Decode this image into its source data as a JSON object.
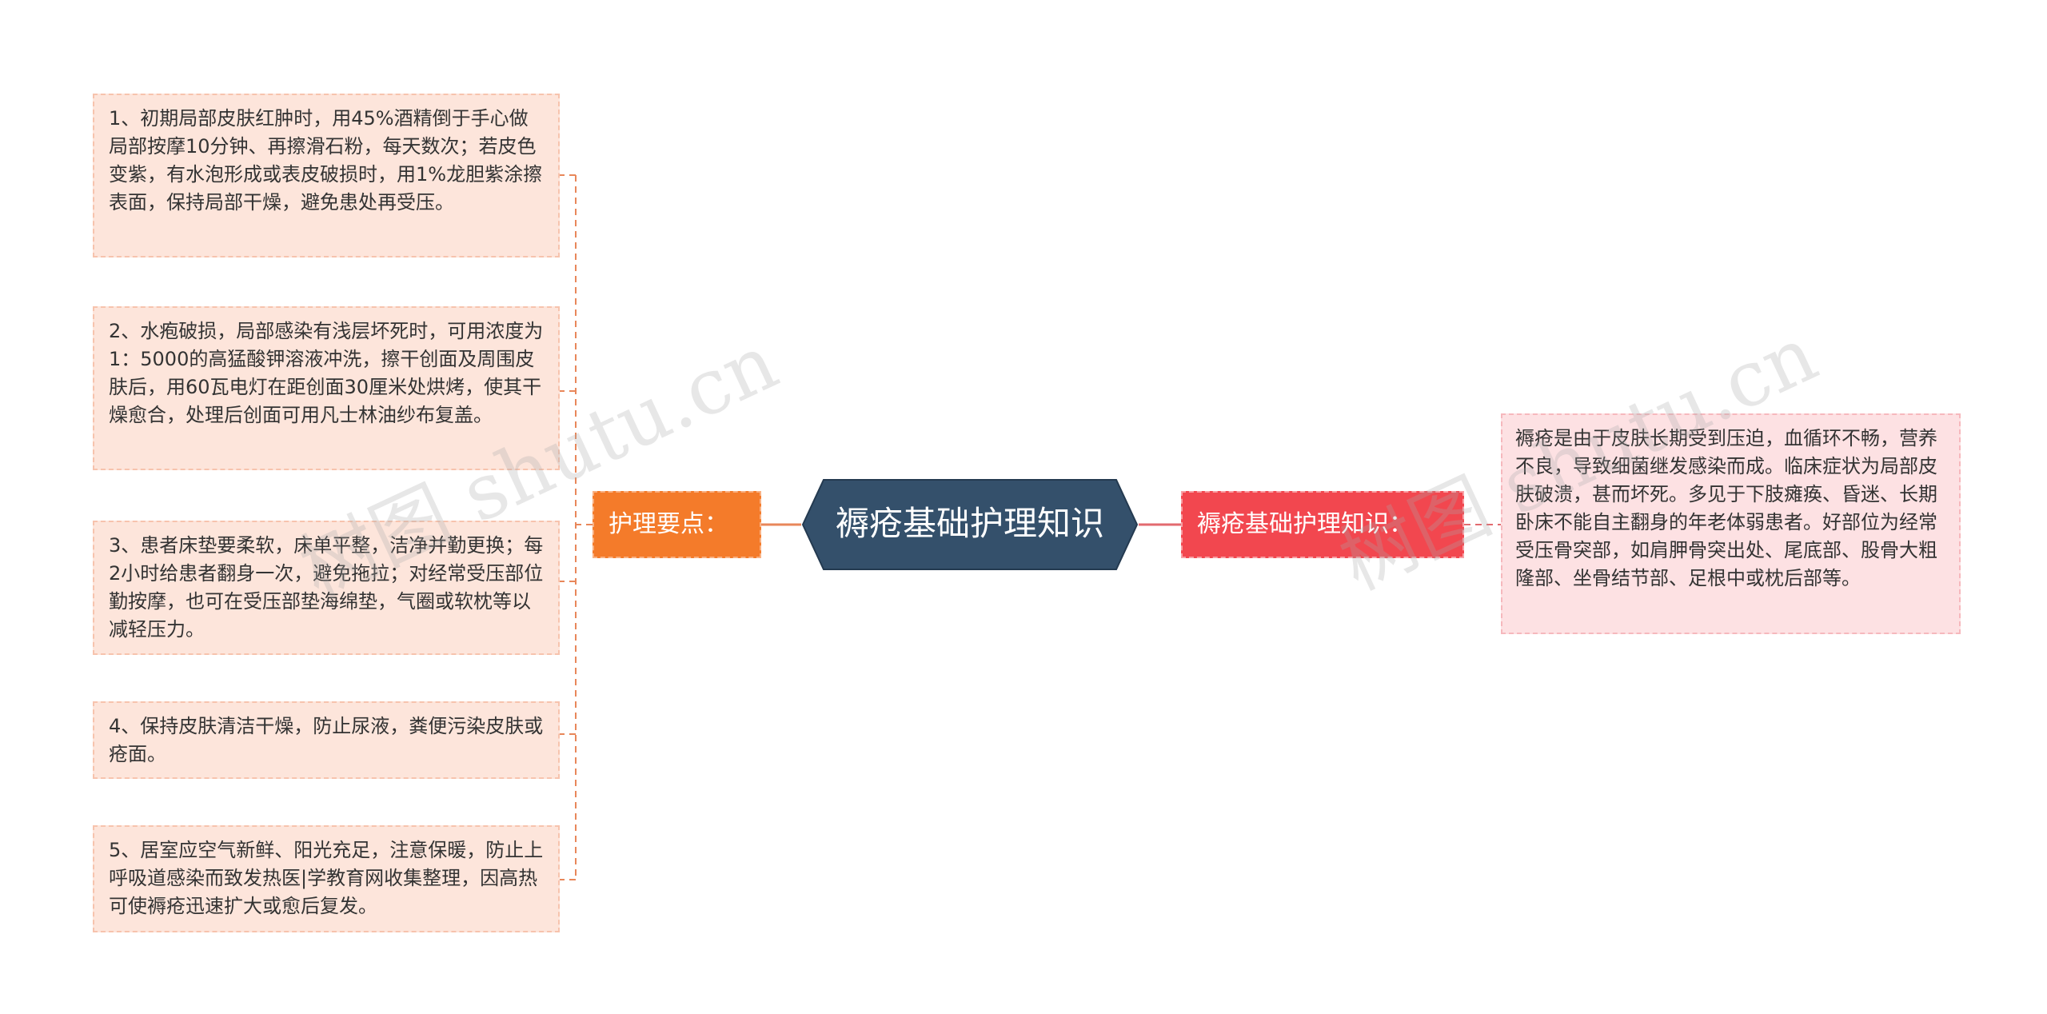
{
  "root": {
    "label": "褥疮基础护理知识"
  },
  "left_branch": {
    "label": "护理要点：",
    "items": [
      "1、初期局部皮肤红肿时，用45%酒精倒于手心做局部按摩10分钟、再擦滑石粉，每天数次；若皮色变紫，有水泡形成或表皮破损时，用1%龙胆紫涂擦表面，保持局部干燥，避免患处再受压。",
      "2、水疱破损，局部感染有浅层坏死时，可用浓度为1：5000的高猛酸钾溶液冲洗，擦干创面及周围皮肤后，用60瓦电灯在距创面30厘米处烘烤，使其干燥愈合，处理后创面可用凡士林油纱布复盖。",
      "3、患者床垫要柔软，床单平整，洁净并勤更换；每2小时给患者翻身一次，避免拖拉；对经常受压部位勤按摩，也可在受压部垫海绵垫，气圈或软枕等以减轻压力。",
      "4、保持皮肤清洁干燥，防止尿液，粪便污染皮肤或疮面。",
      "5、居室应空气新鲜、阳光充足，注意保暖，防止上呼吸道感染而致发热医|学教育网收集整理，因高热可使褥疮迅速扩大或愈后复发。"
    ]
  },
  "right_branch": {
    "label": "褥疮基础护理知识：",
    "description": "褥疮是由于皮肤长期受到压迫，血循环不畅，营养不良，导致细菌继发感染而成。临床症状为局部皮肤破溃，甚而坏死。多见于下肢瘫痪、昏迷、长期卧床不能自主翻身的年老体弱患者。好部位为经常受压骨突部，如肩胛骨突出处、尾底部、股骨大粗隆部、坐骨结节部、足根中或枕后部等。"
  },
  "watermarks": [
    "树图 shutu.cn",
    "树图 shutu.cn"
  ],
  "colors": {
    "root": "#34506b",
    "left_branch": "#f47b2a",
    "right_branch": "#f2474f",
    "leaf_fill": "#fde5db",
    "desc_fill": "#fde1e3",
    "left_connector": "#e8875a",
    "right_connector": "#e26a6f"
  }
}
